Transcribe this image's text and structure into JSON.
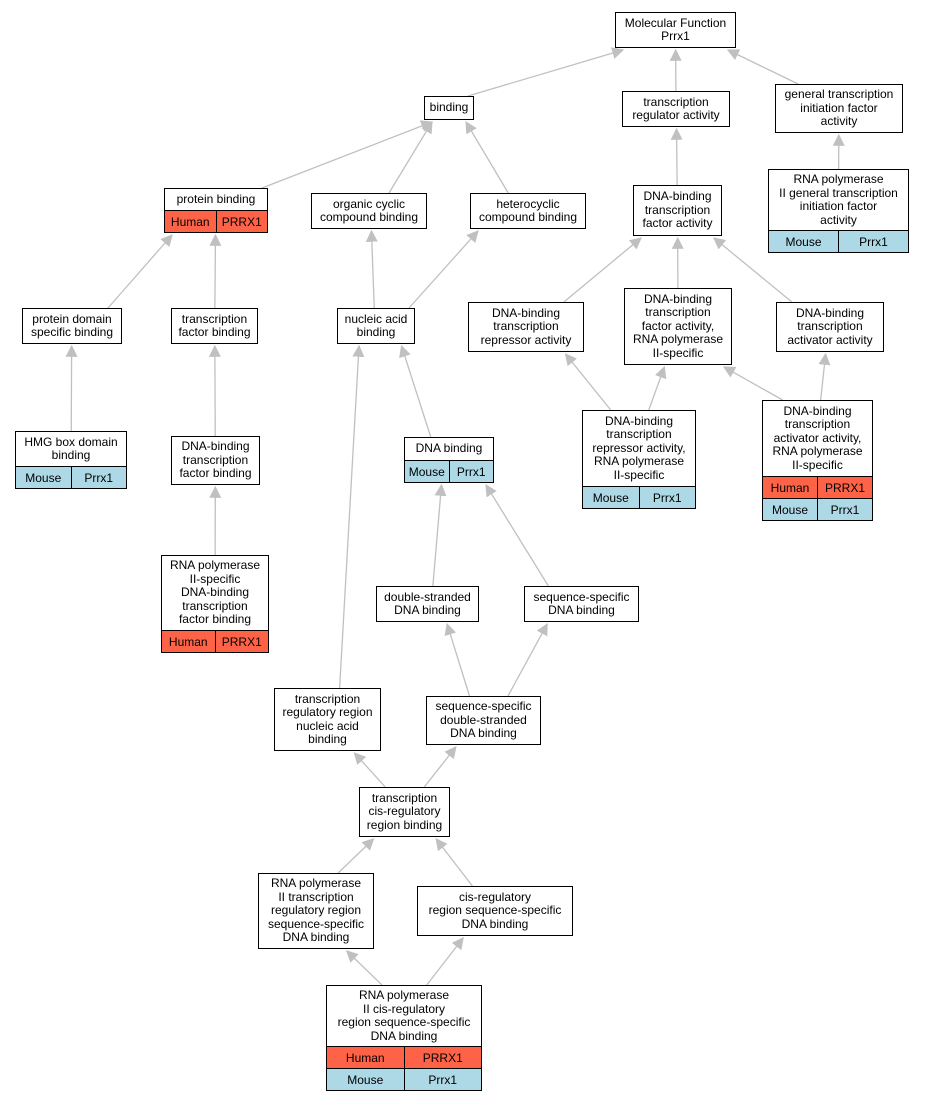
{
  "colors": {
    "edge": "#c0c0c0",
    "node_border": "#000000",
    "node_fill": "#ffffff",
    "human_fill": "#ff6347",
    "mouse_fill": "#add8e6"
  },
  "nodes": [
    {
      "id": "molecular-function",
      "label": "Molecular Function\nPrrx1",
      "annotations": []
    },
    {
      "id": "binding",
      "label": "binding",
      "annotations": []
    },
    {
      "id": "transcription-regulator-activity",
      "label": "transcription\nregulator activity",
      "annotations": []
    },
    {
      "id": "general-transcription-initiation-factor-activity",
      "label": "general transcription\ninitiation factor\nactivity",
      "annotations": []
    },
    {
      "id": "protein-binding",
      "label": "protein binding",
      "annotations": [
        {
          "species": "Human",
          "gene": "PRRX1"
        }
      ]
    },
    {
      "id": "organic-cyclic-compound-binding",
      "label": "organic cyclic\ncompound binding",
      "annotations": []
    },
    {
      "id": "heterocyclic-compound-binding",
      "label": "heterocyclic\ncompound binding",
      "annotations": []
    },
    {
      "id": "dna-binding-transcription-factor-activity",
      "label": "DNA-binding\ntranscription\nfactor activity",
      "annotations": []
    },
    {
      "id": "rna-polymerase-ii-general-transcription-initiation-factor-activity",
      "label": "RNA polymerase\nII general transcription\ninitiation factor\nactivity",
      "annotations": [
        {
          "species": "Mouse",
          "gene": "Prrx1"
        }
      ]
    },
    {
      "id": "protein-domain-specific-binding",
      "label": "protein domain\nspecific binding",
      "annotations": []
    },
    {
      "id": "transcription-factor-binding",
      "label": "transcription\nfactor binding",
      "annotations": []
    },
    {
      "id": "nucleic-acid-binding",
      "label": "nucleic acid\nbinding",
      "annotations": []
    },
    {
      "id": "dna-binding-transcription-repressor-activity",
      "label": "DNA-binding\ntranscription\nrepressor activity",
      "annotations": []
    },
    {
      "id": "dna-binding-transcription-factor-activity-rna-polymerase-ii-specific",
      "label": "DNA-binding\ntranscription\nfactor activity,\nRNA polymerase\nII-specific",
      "annotations": []
    },
    {
      "id": "dna-binding-transcription-activator-activity",
      "label": "DNA-binding\ntranscription\nactivator activity",
      "annotations": []
    },
    {
      "id": "hmg-box-domain-binding",
      "label": "HMG box domain\nbinding",
      "annotations": [
        {
          "species": "Mouse",
          "gene": "Prrx1"
        }
      ]
    },
    {
      "id": "dna-binding-transcription-factor-binding",
      "label": "DNA-binding\ntranscription\nfactor binding",
      "annotations": []
    },
    {
      "id": "dna-binding",
      "label": "DNA binding",
      "annotations": [
        {
          "species": "Mouse",
          "gene": "Prrx1"
        }
      ]
    },
    {
      "id": "dna-binding-transcription-repressor-activity-rna-polymerase-ii-specific",
      "label": "DNA-binding\ntranscription\nrepressor activity,\nRNA polymerase\nII-specific",
      "annotations": [
        {
          "species": "Mouse",
          "gene": "Prrx1"
        }
      ]
    },
    {
      "id": "dna-binding-transcription-activator-activity-rna-polymerase-ii-specific",
      "label": "DNA-binding\ntranscription\nactivator activity,\nRNA polymerase\nII-specific",
      "annotations": [
        {
          "species": "Human",
          "gene": "PRRX1"
        },
        {
          "species": "Mouse",
          "gene": "Prrx1"
        }
      ]
    },
    {
      "id": "rna-polymerase-ii-specific-dna-binding-transcription-factor-binding",
      "label": "RNA polymerase\nII-specific\nDNA-binding\ntranscription\nfactor binding",
      "annotations": [
        {
          "species": "Human",
          "gene": "PRRX1"
        }
      ]
    },
    {
      "id": "double-stranded-dna-binding",
      "label": "double-stranded\nDNA binding",
      "annotations": []
    },
    {
      "id": "sequence-specific-dna-binding",
      "label": "sequence-specific\nDNA binding",
      "annotations": []
    },
    {
      "id": "transcription-regulatory-region-nucleic-acid-binding",
      "label": "transcription\nregulatory region\nnucleic acid\nbinding",
      "annotations": []
    },
    {
      "id": "sequence-specific-double-stranded-dna-binding",
      "label": "sequence-specific\ndouble-stranded\nDNA binding",
      "annotations": []
    },
    {
      "id": "transcription-cis-regulatory-region-binding",
      "label": "transcription\ncis-regulatory\nregion binding",
      "annotations": []
    },
    {
      "id": "rna-polymerase-ii-transcription-regulatory-region-sequence-specific-dna-binding",
      "label": "RNA polymerase\nII transcription\nregulatory region\nsequence-specific\nDNA binding",
      "annotations": []
    },
    {
      "id": "cis-regulatory-region-sequence-specific-dna-binding",
      "label": "cis-regulatory\nregion sequence-specific\nDNA binding",
      "annotations": []
    },
    {
      "id": "rna-polymerase-ii-cis-regulatory-region-sequence-specific-dna-binding",
      "label": "RNA polymerase\nII cis-regulatory\nregion sequence-specific\nDNA binding",
      "annotations": [
        {
          "species": "Human",
          "gene": "PRRX1"
        },
        {
          "species": "Mouse",
          "gene": "Prrx1"
        }
      ]
    }
  ],
  "edges": [
    {
      "from": "binding",
      "to": "molecular-function"
    },
    {
      "from": "transcription-regulator-activity",
      "to": "molecular-function"
    },
    {
      "from": "general-transcription-initiation-factor-activity",
      "to": "molecular-function"
    },
    {
      "from": "protein-binding",
      "to": "binding"
    },
    {
      "from": "organic-cyclic-compound-binding",
      "to": "binding"
    },
    {
      "from": "heterocyclic-compound-binding",
      "to": "binding"
    },
    {
      "from": "dna-binding-transcription-factor-activity",
      "to": "transcription-regulator-activity"
    },
    {
      "from": "rna-polymerase-ii-general-transcription-initiation-factor-activity",
      "to": "general-transcription-initiation-factor-activity"
    },
    {
      "from": "protein-domain-specific-binding",
      "to": "protein-binding"
    },
    {
      "from": "transcription-factor-binding",
      "to": "protein-binding"
    },
    {
      "from": "nucleic-acid-binding",
      "to": "organic-cyclic-compound-binding"
    },
    {
      "from": "nucleic-acid-binding",
      "to": "heterocyclic-compound-binding"
    },
    {
      "from": "dna-binding-transcription-repressor-activity",
      "to": "dna-binding-transcription-factor-activity"
    },
    {
      "from": "dna-binding-transcription-factor-activity-rna-polymerase-ii-specific",
      "to": "dna-binding-transcription-factor-activity"
    },
    {
      "from": "dna-binding-transcription-activator-activity",
      "to": "dna-binding-transcription-factor-activity"
    },
    {
      "from": "hmg-box-domain-binding",
      "to": "protein-domain-specific-binding"
    },
    {
      "from": "dna-binding-transcription-factor-binding",
      "to": "transcription-factor-binding"
    },
    {
      "from": "dna-binding",
      "to": "nucleic-acid-binding"
    },
    {
      "from": "dna-binding-transcription-repressor-activity-rna-polymerase-ii-specific",
      "to": "dna-binding-transcription-repressor-activity"
    },
    {
      "from": "dna-binding-transcription-repressor-activity-rna-polymerase-ii-specific",
      "to": "dna-binding-transcription-factor-activity-rna-polymerase-ii-specific"
    },
    {
      "from": "dna-binding-transcription-activator-activity-rna-polymerase-ii-specific",
      "to": "dna-binding-transcription-factor-activity-rna-polymerase-ii-specific"
    },
    {
      "from": "dna-binding-transcription-activator-activity-rna-polymerase-ii-specific",
      "to": "dna-binding-transcription-activator-activity"
    },
    {
      "from": "rna-polymerase-ii-specific-dna-binding-transcription-factor-binding",
      "to": "dna-binding-transcription-factor-binding"
    },
    {
      "from": "double-stranded-dna-binding",
      "to": "dna-binding"
    },
    {
      "from": "sequence-specific-dna-binding",
      "to": "dna-binding"
    },
    {
      "from": "transcription-regulatory-region-nucleic-acid-binding",
      "to": "nucleic-acid-binding"
    },
    {
      "from": "sequence-specific-double-stranded-dna-binding",
      "to": "double-stranded-dna-binding"
    },
    {
      "from": "sequence-specific-double-stranded-dna-binding",
      "to": "sequence-specific-dna-binding"
    },
    {
      "from": "transcription-cis-regulatory-region-binding",
      "to": "transcription-regulatory-region-nucleic-acid-binding"
    },
    {
      "from": "transcription-cis-regulatory-region-binding",
      "to": "sequence-specific-double-stranded-dna-binding"
    },
    {
      "from": "rna-polymerase-ii-transcription-regulatory-region-sequence-specific-dna-binding",
      "to": "transcription-cis-regulatory-region-binding"
    },
    {
      "from": "cis-regulatory-region-sequence-specific-dna-binding",
      "to": "transcription-cis-regulatory-region-binding"
    },
    {
      "from": "rna-polymerase-ii-cis-regulatory-region-sequence-specific-dna-binding",
      "to": "rna-polymerase-ii-transcription-regulatory-region-sequence-specific-dna-binding"
    },
    {
      "from": "rna-polymerase-ii-cis-regulatory-region-sequence-specific-dna-binding",
      "to": "cis-regulatory-region-sequence-specific-dna-binding"
    }
  ]
}
